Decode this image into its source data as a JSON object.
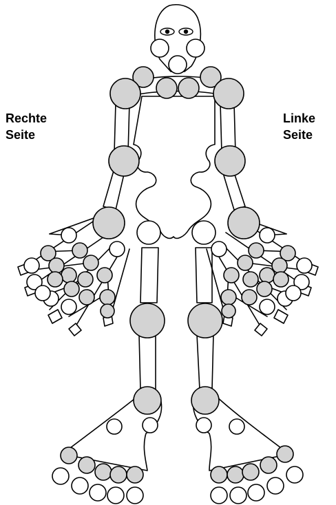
{
  "labels": {
    "right_side": [
      "Rechte",
      "Seite"
    ],
    "left_side": [
      "Linke",
      "Seite"
    ]
  },
  "colors": {
    "affected_joint": "#d3d3d3",
    "unaffected_joint": "#ffffff",
    "outline": "#000000",
    "background": "#ffffff"
  }
}
